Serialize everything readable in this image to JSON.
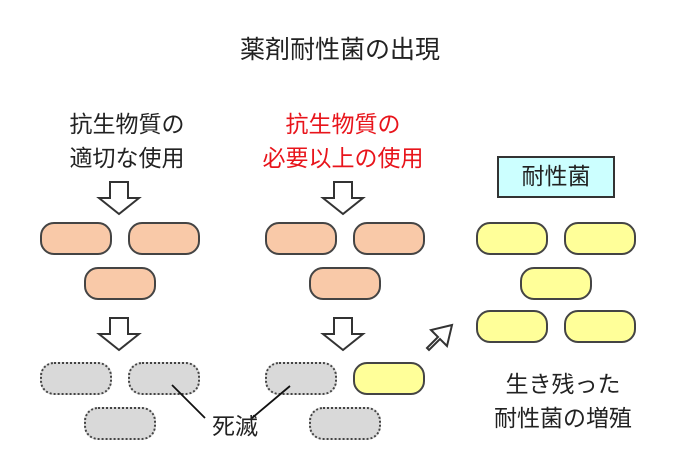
{
  "title": "薬剤耐性菌の出現",
  "left_label": [
    "抗生物質の",
    "適切な使用"
  ],
  "middle_label": [
    "抗生物質の",
    "必要以上の使用"
  ],
  "resistant_badge": "耐性菌",
  "death_label": "死滅",
  "survivor_label": [
    "生き残った",
    "耐性菌の増殖"
  ],
  "colors": {
    "normal_bacteria": "#f9c9a8",
    "resistant_bacteria": "#ffff99",
    "dead_bacteria": "#d9d9d9",
    "badge": "#ccffff",
    "emphasis_text": "#e8141b"
  },
  "icons": [
    "down-arrow-icon",
    "diagonal-arrow-icon"
  ]
}
